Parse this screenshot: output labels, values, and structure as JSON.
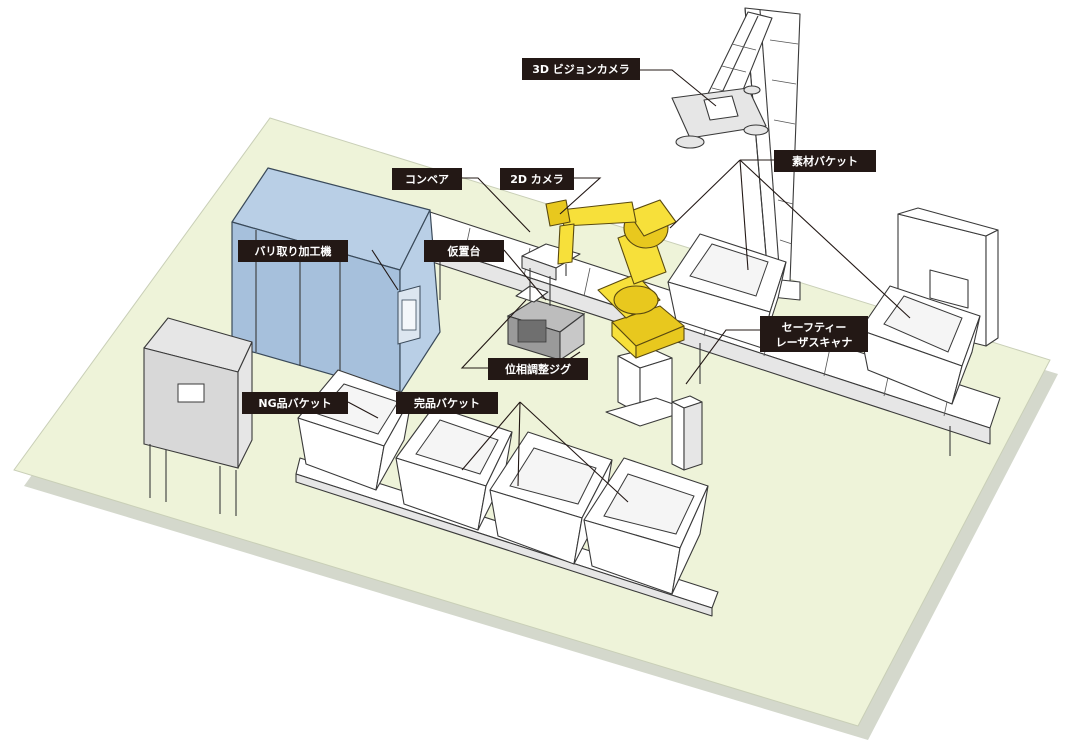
{
  "labels": {
    "camera_3d": "3D ビジョンカメラ",
    "material_bucket": "素材バケット",
    "conveyor": "コンベア",
    "camera_2d": "2D カメラ",
    "deburring_machine": "バリ取り加工機",
    "temp_table": "仮置台",
    "safety_scanner_line1": "セーフティー",
    "safety_scanner_line2": "レーザスキャナ",
    "phase_jig": "位相調整ジグ",
    "ng_bucket": "NG品バケット",
    "finished_bucket": "完品バケット"
  },
  "colors": {
    "floor": "#eef3d9",
    "machine_blue": "#b9cfe6",
    "robot_yellow": "#f7e03a",
    "label_bg": "#231815",
    "label_text": "#ffffff"
  }
}
